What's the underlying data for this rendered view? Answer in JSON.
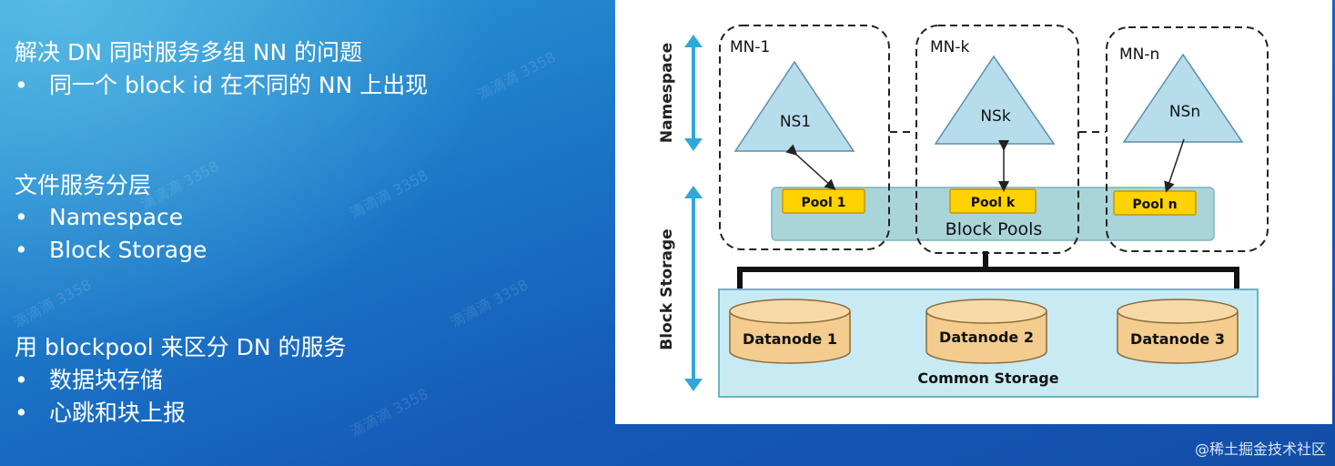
{
  "slide": {
    "sections": [
      {
        "title": "解决 DN 同时服务多组 NN 的问题",
        "bullets": [
          "同一个 block id 在不同的 NN 上出现"
        ]
      },
      {
        "title": "文件服务分层",
        "bullets": [
          "Namespace",
          "Block Storage"
        ]
      },
      {
        "title": "用 blockpool 来区分 DN 的服务",
        "bullets": [
          "数据块存储",
          "心跳和块上报"
        ]
      }
    ],
    "bullet_symbol": "•"
  },
  "diagram": {
    "axis_labels": {
      "namespace": "Namespace",
      "block_storage": "Block Storage"
    },
    "nodes": [
      {
        "label": "MN-1",
        "namespace": "NS1",
        "pool": "Pool 1"
      },
      {
        "label": "MN-k",
        "namespace": "NSk",
        "pool": "Pool k"
      },
      {
        "label": "MN-n",
        "namespace": "NSn",
        "pool": "Pool n"
      }
    ],
    "block_pools_label": "Block Pools",
    "datanodes": [
      "Datanode 1",
      "Datanode 2",
      "Datanode 3"
    ],
    "common_storage_label": "Common Storage",
    "colors": {
      "triangle_fill": "#b7dcec",
      "pool_fill": "#ffd200",
      "block_pools_band": "#a9d5d8",
      "common_storage_fill": "#c8ebf3",
      "datanode_fill": "#f3cc8e",
      "arrow": "#2fa8d8"
    }
  },
  "watermark": "滴滴滴 3358",
  "footer": "@稀土掘金技术社区"
}
